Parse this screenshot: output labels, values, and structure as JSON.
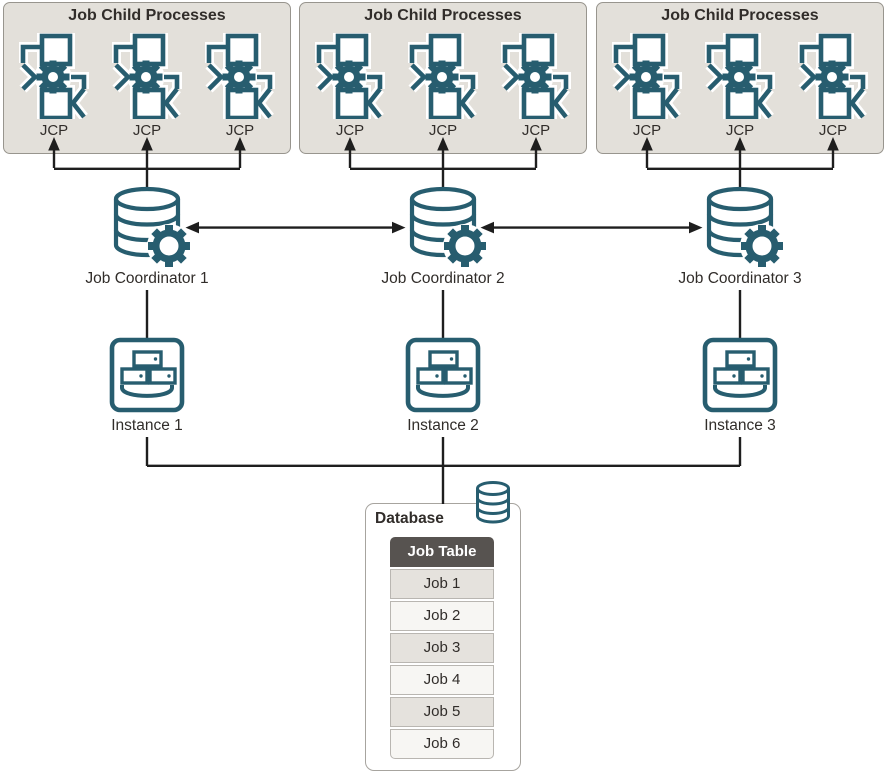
{
  "jcp": {
    "box_title": "Job Child Processes",
    "unit_label": "JCP",
    "box_count": 3,
    "units_per_box": 3
  },
  "coordinators": [
    "Job Coordinator 1",
    "Job Coordinator 2",
    "Job Coordinator 3"
  ],
  "instances": [
    "Instance 1",
    "Instance 2",
    "Instance 3"
  ],
  "database": {
    "title": "Database",
    "table": {
      "header": "Job Table",
      "rows": [
        "Job 1",
        "Job 2",
        "Job 3",
        "Job 4",
        "Job 5",
        "Job 6"
      ]
    }
  },
  "icons": {
    "jcp_unit": "process-cycle-gear-icon",
    "coordinator": "database-gear-icon",
    "instance": "server-tray-icon",
    "database": "database-cylinder-icon"
  },
  "colors": {
    "icon_teal": "#275d6f",
    "box_bg": "#e3e0da",
    "box_border": "#98958e",
    "connector_line": "#1e1e1e",
    "table_header_bg": "#575350",
    "table_row_alt": "#e5e2dd",
    "table_row": "#f7f6f3",
    "text": "#312d2a"
  }
}
